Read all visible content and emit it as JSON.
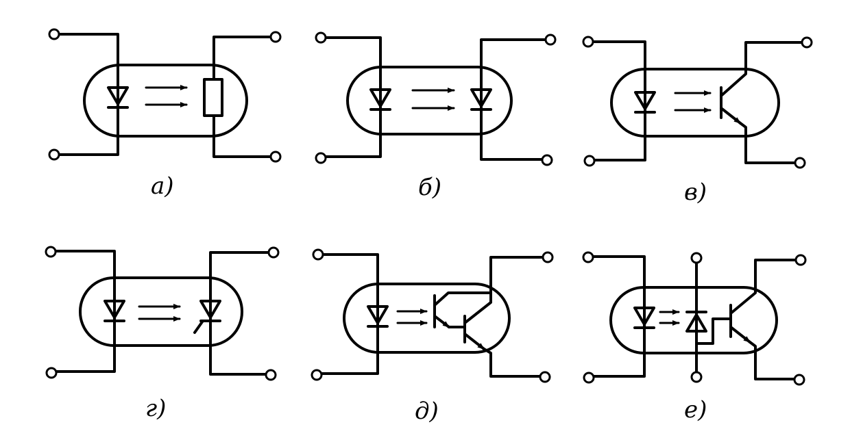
{
  "figure": {
    "panels": [
      {
        "id": "a",
        "caption": "а)",
        "receiver": "photoresistor"
      },
      {
        "id": "b",
        "caption": "б)",
        "receiver": "photodiode"
      },
      {
        "id": "v",
        "caption": "в)",
        "receiver": "phototransistor"
      },
      {
        "id": "g",
        "caption": "г)",
        "receiver": "photothyristor"
      },
      {
        "id": "d",
        "caption": "д)",
        "receiver": "darlington-phototransistor"
      },
      {
        "id": "e",
        "caption": "е)",
        "receiver": "photodiode-transistor"
      }
    ],
    "colors": {
      "ink": "#000000",
      "background": "#ffffff"
    }
  }
}
